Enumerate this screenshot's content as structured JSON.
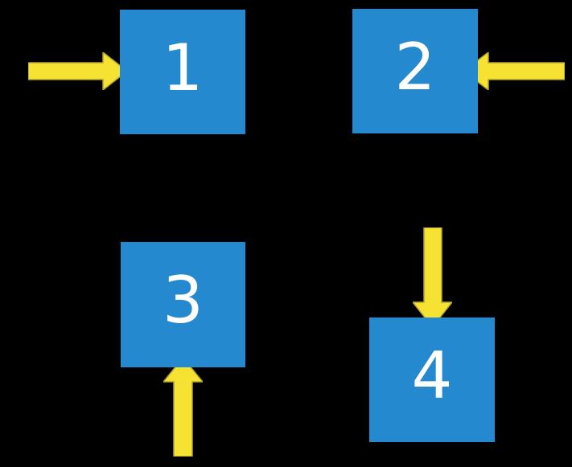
{
  "colors": {
    "background": "#000000",
    "square_fill": "#2589D0",
    "arrow_fill": "#F6E233",
    "arrow_edge": "#B0A22A",
    "number": "#FFFFFF"
  },
  "squares": [
    {
      "label": "1",
      "arrow_icon": "arrow-right-icon",
      "arrow_direction": "right"
    },
    {
      "label": "2",
      "arrow_icon": "arrow-left-icon",
      "arrow_direction": "left"
    },
    {
      "label": "3",
      "arrow_icon": "arrow-up-icon",
      "arrow_direction": "up"
    },
    {
      "label": "4",
      "arrow_icon": "arrow-down-icon",
      "arrow_direction": "down"
    }
  ]
}
